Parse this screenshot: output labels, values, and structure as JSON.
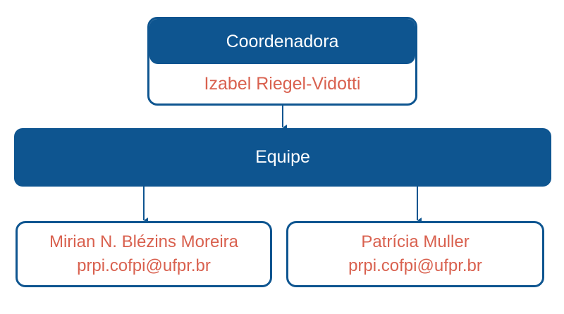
{
  "coordinator": {
    "title": "Coordenadora",
    "name": "Izabel Riegel-Vidotti"
  },
  "team": {
    "title": "Equipe"
  },
  "members": [
    {
      "name": "Mirian N. Blézins Moreira",
      "email": "prpi.cofpi@ufpr.br"
    },
    {
      "name": "Patrícia Muller",
      "email": "prpi.cofpi@ufpr.br"
    }
  ],
  "colors": {
    "primary": "#0e5590",
    "accent_text": "#d9614f",
    "light_text": "#ffffff"
  }
}
